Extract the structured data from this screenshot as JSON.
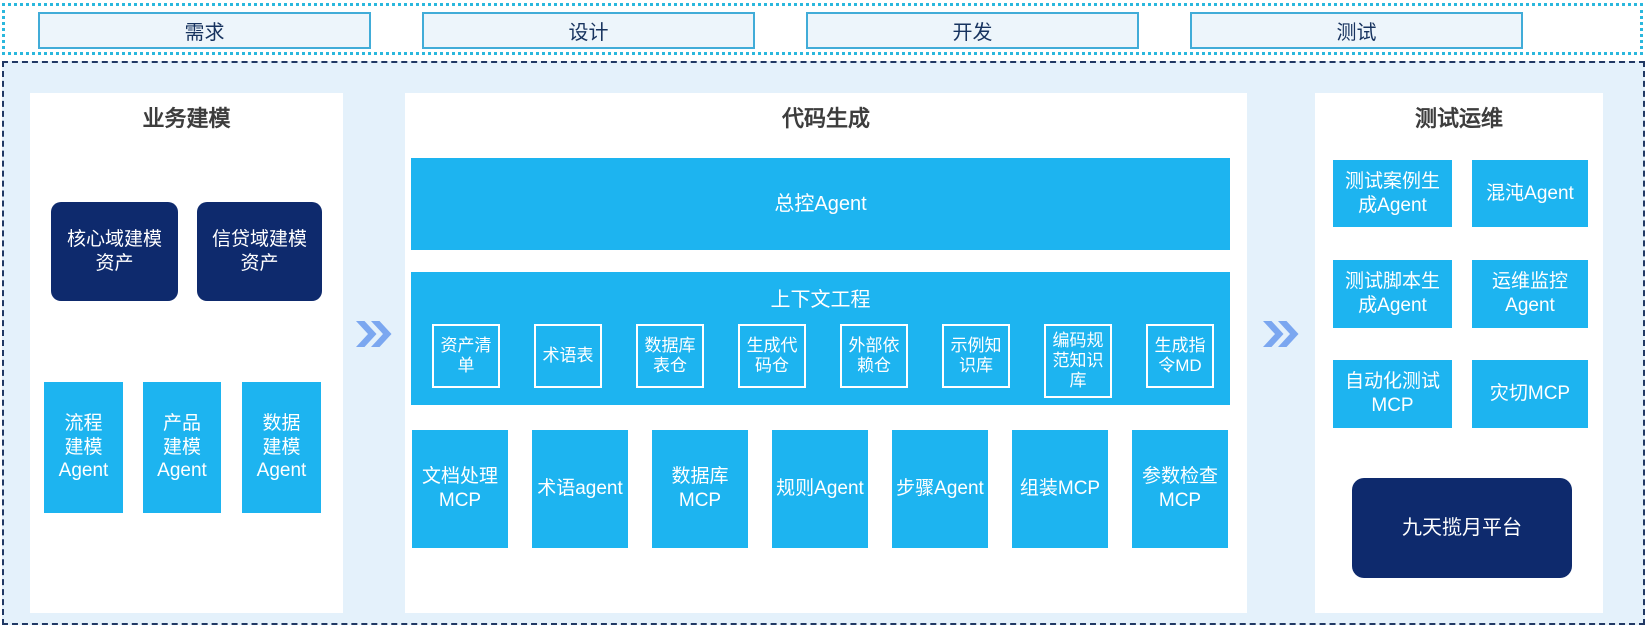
{
  "stages": [
    "需求",
    "设计",
    "开发",
    "测试"
  ],
  "panels": {
    "business": {
      "title": "业务建模",
      "asset_boxes": [
        "核心域建模\n资产",
        "信贷域建模\n资产"
      ],
      "agent_boxes": [
        "流程\n建模\nAgent",
        "产品\n建模\nAgent",
        "数据\n建模\nAgent"
      ]
    },
    "codegen": {
      "title": "代码生成",
      "master_agent": "总控Agent",
      "context": {
        "title": "上下文工程",
        "items": [
          "资产清\n单",
          "术语表",
          "数据库\n表仓",
          "生成代\n码仓",
          "外部依\n赖仓",
          "示例知\n识库",
          "编码规\n范知识\n库",
          "生成指\n令MD"
        ]
      },
      "workers": [
        "文档处理\nMCP",
        "术语agent",
        "数据库\nMCP",
        "规则Agent",
        "步骤Agent",
        "组装MCP",
        "参数检查\nMCP"
      ]
    },
    "testops": {
      "title": "测试运维",
      "agent_boxes": [
        "测试案例生\n成Agent",
        "混沌Agent",
        "测试脚本生\n成Agent",
        "运维监控\nAgent",
        "自动化测试\nMCP",
        "灾切MCP"
      ],
      "platform": "九天揽月平台"
    }
  },
  "icons": {
    "flow_arrow": "double-chevron-right"
  },
  "colors": {
    "cyan": "#1db4f0",
    "navy": "#0e2a6d",
    "canvas_bg": "#e4f1fb",
    "panel_bg": "#ffffff",
    "dotted_border": "#2ab7dd",
    "dashed_border": "#203864",
    "arrow": "#7ba7f0",
    "stage_fill": "#edf5fb",
    "stage_border": "#41acd8",
    "stage_text": "#17335f",
    "title_text": "#3d3d3d"
  }
}
